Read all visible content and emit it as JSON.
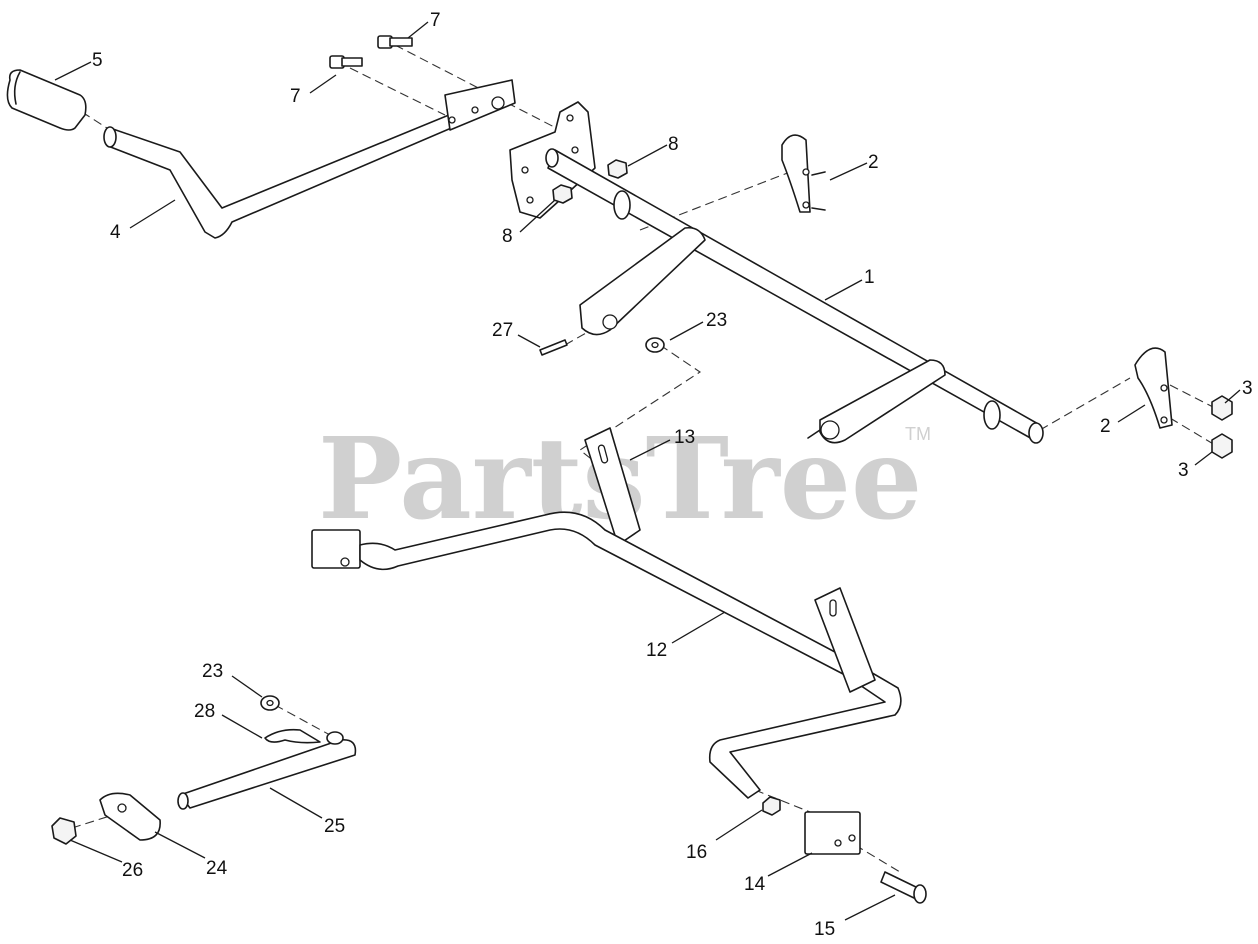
{
  "watermark": {
    "text": "PartsTree",
    "trademark": "TM"
  },
  "callouts": {
    "c1": "1",
    "c2a": "2",
    "c2b": "2",
    "c3a": "3",
    "c3b": "3",
    "c4": "4",
    "c5": "5",
    "c7a": "7",
    "c7b": "7",
    "c8a": "8",
    "c8b": "8",
    "c12": "12",
    "c13": "13",
    "c14": "14",
    "c15": "15",
    "c16": "16",
    "c23a": "23",
    "c23b": "23",
    "c24": "24",
    "c25": "25",
    "c26": "26",
    "c27": "27",
    "c28": "28"
  }
}
